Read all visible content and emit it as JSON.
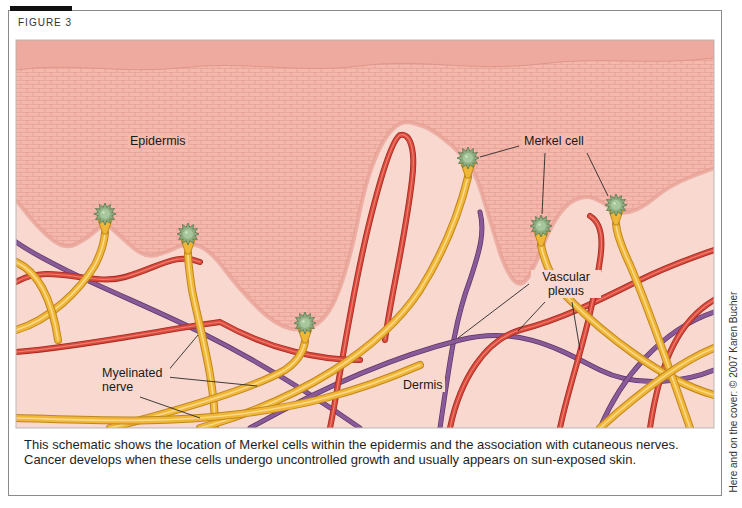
{
  "diagram": {
    "title": "FIGURE 3",
    "caption": "This schematic shows the location of Merkel cells within the epidermis and the association with cutaneous nerves. Cancer develops when these cells undergo uncontrolled growth and usually appears on sun-exposed skin.",
    "labels": [
      "Epidermis",
      "Merkel cell",
      "Vascular plexus",
      "Myelinated nerve",
      "Dermis",
      "Here and on the cover: © 2007 Karen Bucher"
    ]
  }
}
